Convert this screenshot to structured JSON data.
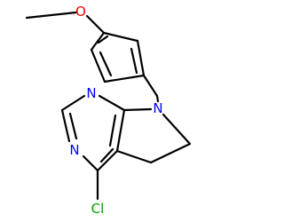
{
  "molecule": {
    "labels": {
      "o": "O",
      "n7": "N",
      "n1": "N",
      "n3": "N",
      "cl": "Cl"
    },
    "colors": {
      "bond": "#000000",
      "oxygen": "#ff0000",
      "nitrogen": "#0000ff",
      "chlorine": "#00a000"
    }
  }
}
